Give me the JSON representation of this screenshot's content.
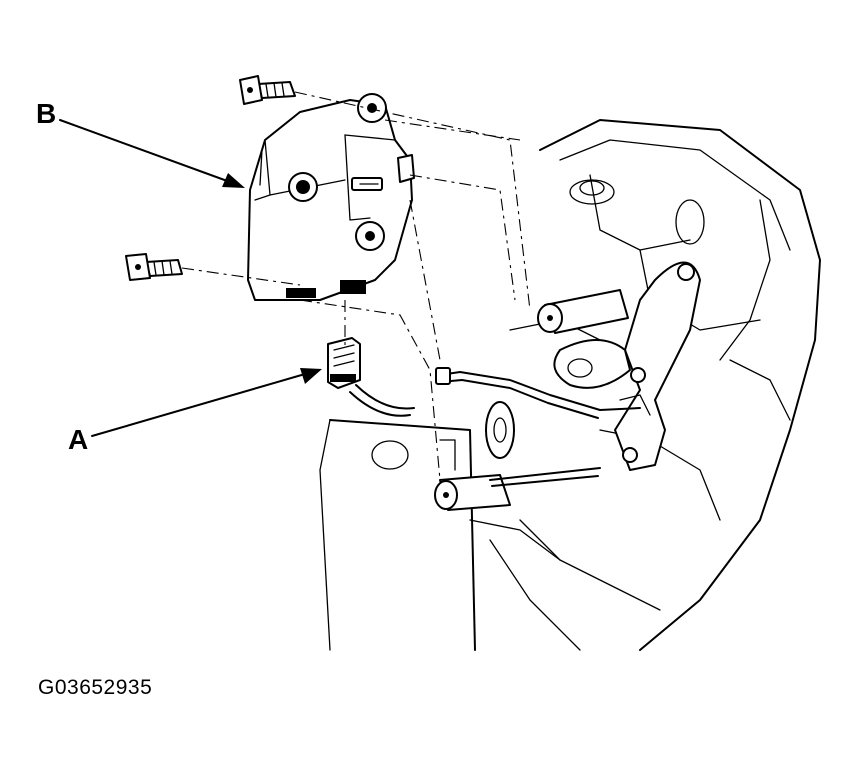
{
  "labels": {
    "a": "A",
    "b": "B"
  },
  "figure_id": "G03652935"
}
